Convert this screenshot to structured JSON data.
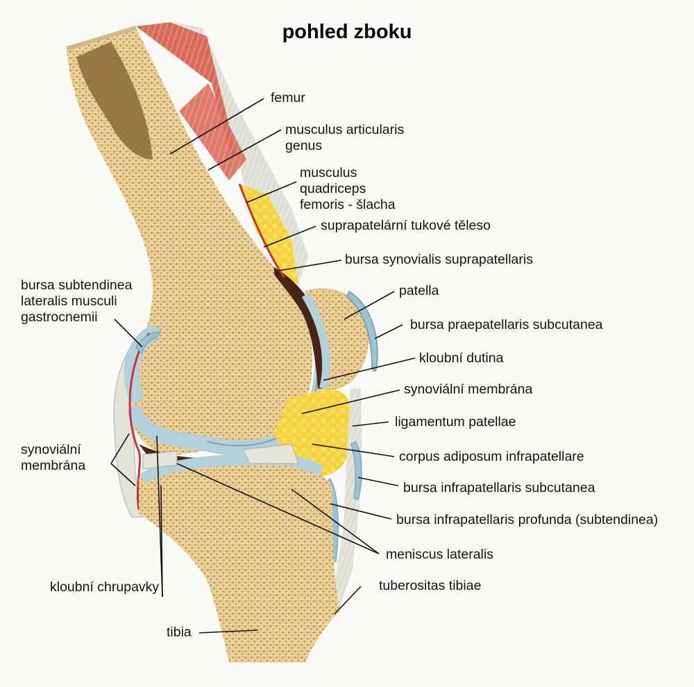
{
  "title": "pohled zboku",
  "labels": {
    "femur": [
      "femur"
    ],
    "musculus_articularis_genus": [
      "musculus articularis",
      "genus"
    ],
    "musculus_quadriceps": [
      "musculus",
      "quadriceps",
      "femoris - šlacha"
    ],
    "suprapatelarni_tukove_teleso": [
      "suprapatelární tukové těleso"
    ],
    "bursa_synovialis_suprapatellaris": [
      "bursa synovialis suprapatellaris"
    ],
    "patella": [
      "patella"
    ],
    "bursa_praepatellaris_subcutanea": [
      "bursa praepatellaris subcutanea"
    ],
    "kloubni_dutina": [
      "kloubní dutina"
    ],
    "synovialni_membrana_right": [
      "synoviální membrána"
    ],
    "ligamentum_patellae": [
      "ligamentum patellae"
    ],
    "corpus_adiposum_infrapatellare": [
      "corpus adiposum infrapatellare"
    ],
    "bursa_infrapatellaris_subcutanea": [
      "bursa infrapatellaris subcutanea"
    ],
    "bursa_infrapatellaris_profunda": [
      "bursa infrapatellaris profunda (subtendinea)"
    ],
    "meniscus_lateralis": [
      "meniscus lateralis"
    ],
    "tuberositas_tibiae": [
      "tuberositas tibiae"
    ],
    "tibia": [
      "tibia"
    ],
    "kloubni_chrupavky": [
      "kloubní chrupavky"
    ],
    "bursa_subtendinea": [
      "bursa subtendinea",
      "lateralis musculi",
      "gastrocnemii"
    ],
    "synovialni_membrana_left": [
      "synoviální",
      "membrána"
    ]
  },
  "colors": {
    "bone": "#e9cf98",
    "bone_dots": "#b88a4c",
    "marrow": "#8a6a3c",
    "cartilage": "#b8d3dc",
    "cartilage_edge": "#7fa3b4",
    "fat": "#f3d23a",
    "muscle": "#dc7868",
    "tendon": "#dcdcd2",
    "synovial": "#c8323a",
    "cavity": "#4a2418",
    "bursa": "#9cc2d4",
    "capsule": "#e2e2d6"
  }
}
